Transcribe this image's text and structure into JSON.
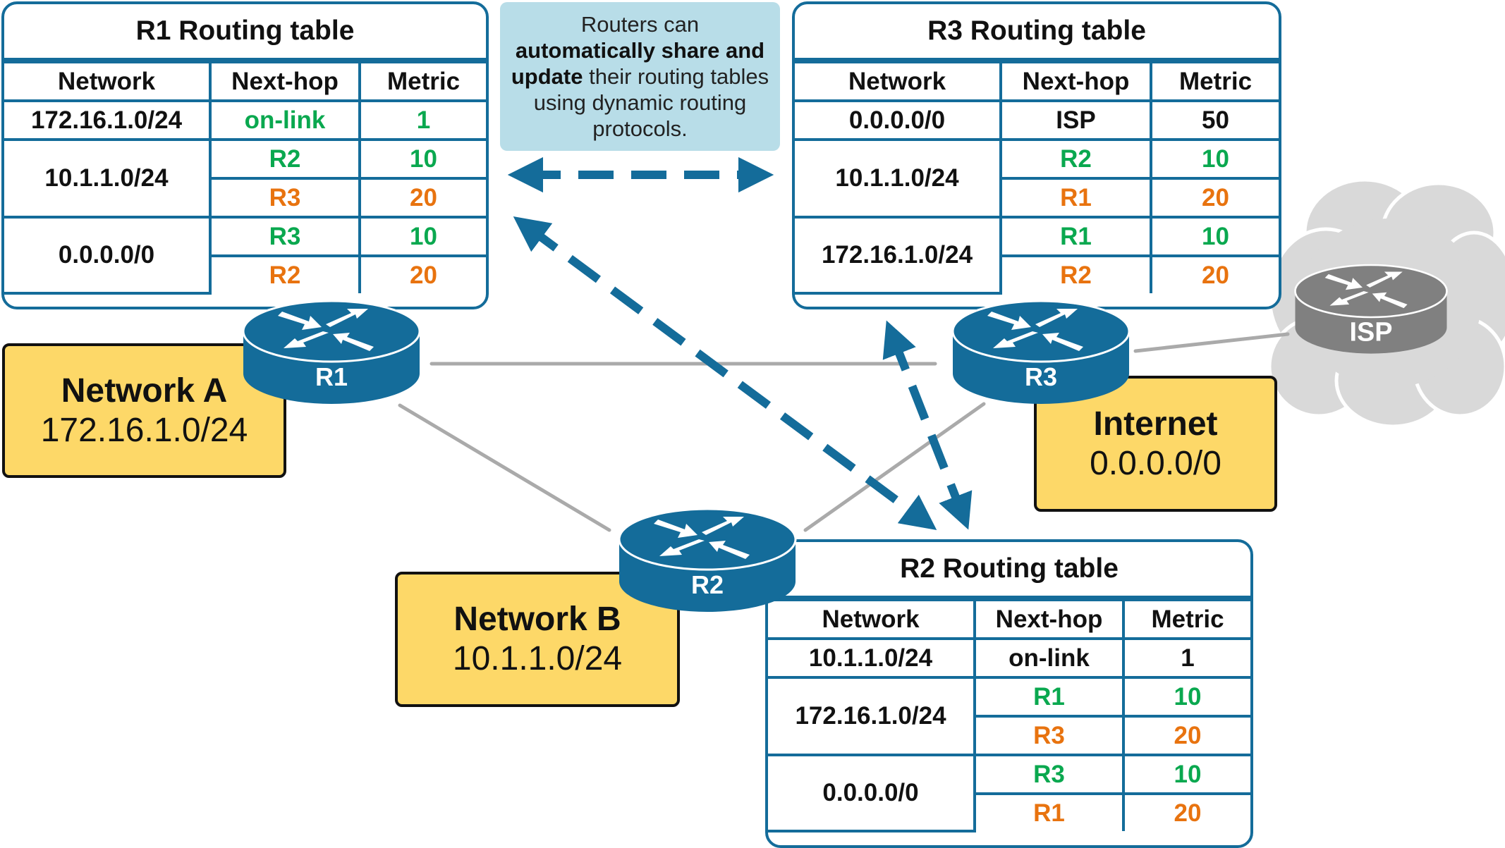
{
  "info_box": {
    "line1": "Routers can",
    "bold": "automatically share and update",
    "rest": "their routing tables using dynamic routing protocols."
  },
  "colors": {
    "table_border": "#146c9a",
    "router_fill": "#146c9a",
    "isp_router_fill": "#808080",
    "cloud_fill": "#d9d9d9",
    "network_box_fill": "#fdd868",
    "info_box_fill": "#b8dde8",
    "best_route": "#0aa84f",
    "backup_route": "#e8730f",
    "link_line": "#aaaaaa",
    "arrow": "#146c9a"
  },
  "routers": [
    {
      "id": "R1",
      "label": "R1"
    },
    {
      "id": "R2",
      "label": "R2"
    },
    {
      "id": "R3",
      "label": "R3"
    },
    {
      "id": "ISP",
      "label": "ISP"
    }
  ],
  "networks": {
    "a": {
      "name": "Network A",
      "address": "172.16.1.0/24"
    },
    "b": {
      "name": "Network B",
      "address": "10.1.1.0/24"
    },
    "internet": {
      "name": "Internet",
      "address": "0.0.0.0/0"
    }
  },
  "tables": {
    "r1": {
      "title": "R1 Routing table",
      "headers": [
        "Network",
        "Next-hop",
        "Metric"
      ],
      "groups": [
        {
          "network": "172.16.1.0/24",
          "routes": [
            {
              "next_hop": "on-link",
              "metric": "1",
              "status": "best"
            }
          ]
        },
        {
          "network": "10.1.1.0/24",
          "routes": [
            {
              "next_hop": "R2",
              "metric": "10",
              "status": "best"
            },
            {
              "next_hop": "R3",
              "metric": "20",
              "status": "backup"
            }
          ]
        },
        {
          "network": "0.0.0.0/0",
          "routes": [
            {
              "next_hop": "R3",
              "metric": "10",
              "status": "best"
            },
            {
              "next_hop": "R2",
              "metric": "20",
              "status": "backup"
            }
          ]
        }
      ]
    },
    "r3": {
      "title": "R3 Routing table",
      "headers": [
        "Network",
        "Next-hop",
        "Metric"
      ],
      "groups": [
        {
          "network": "0.0.0.0/0",
          "routes": [
            {
              "next_hop": "ISP",
              "metric": "50",
              "status": "plain"
            }
          ]
        },
        {
          "network": "10.1.1.0/24",
          "routes": [
            {
              "next_hop": "R2",
              "metric": "10",
              "status": "best"
            },
            {
              "next_hop": "R1",
              "metric": "20",
              "status": "backup"
            }
          ]
        },
        {
          "network": "172.16.1.0/24",
          "routes": [
            {
              "next_hop": "R1",
              "metric": "10",
              "status": "best"
            },
            {
              "next_hop": "R2",
              "metric": "20",
              "status": "backup"
            }
          ]
        }
      ]
    },
    "r2": {
      "title": "R2 Routing table",
      "headers": [
        "Network",
        "Next-hop",
        "Metric"
      ],
      "groups": [
        {
          "network": "10.1.1.0/24",
          "routes": [
            {
              "next_hop": "on-link",
              "metric": "1",
              "status": "plain"
            }
          ]
        },
        {
          "network": "172.16.1.0/24",
          "routes": [
            {
              "next_hop": "R1",
              "metric": "10",
              "status": "best"
            },
            {
              "next_hop": "R3",
              "metric": "20",
              "status": "backup"
            }
          ]
        },
        {
          "network": "0.0.0.0/0",
          "routes": [
            {
              "next_hop": "R3",
              "metric": "10",
              "status": "best"
            },
            {
              "next_hop": "R1",
              "metric": "20",
              "status": "backup"
            }
          ]
        }
      ]
    }
  },
  "links": [
    {
      "from": "R1",
      "to": "R3"
    },
    {
      "from": "R1",
      "to": "R2"
    },
    {
      "from": "R2",
      "to": "R3"
    },
    {
      "from": "R3",
      "to": "ISP"
    }
  ],
  "update_arrows": [
    {
      "between": [
        "R1 table",
        "R3 table"
      ],
      "style": "dashed-bidirectional"
    },
    {
      "between": [
        "R1 table",
        "R2"
      ],
      "style": "dashed-bidirectional"
    },
    {
      "between": [
        "R3",
        "R2"
      ],
      "style": "dashed-bidirectional"
    }
  ]
}
